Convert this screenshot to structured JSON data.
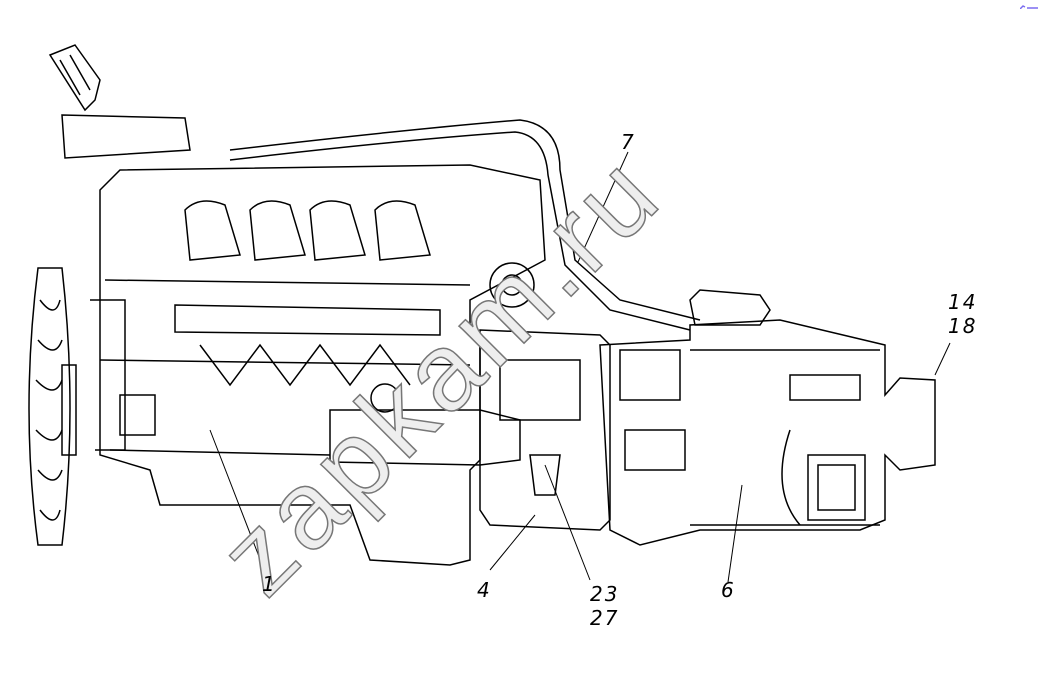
{
  "diagram": {
    "title": "Engine and gearbox assembly",
    "watermark": "zapkam.ru",
    "callouts": [
      {
        "id": "1",
        "text": "1"
      },
      {
        "id": "4",
        "text": "4"
      },
      {
        "id": "23",
        "text": "23"
      },
      {
        "id": "27",
        "text": "27"
      },
      {
        "id": "6",
        "text": "6"
      },
      {
        "id": "7",
        "text": "7"
      },
      {
        "id": "14",
        "text": "14"
      },
      {
        "id": "18",
        "text": "18"
      }
    ],
    "colors": {
      "line": "#000000",
      "watermark": "#888888",
      "corner_mark": "#7b6cf0"
    }
  }
}
